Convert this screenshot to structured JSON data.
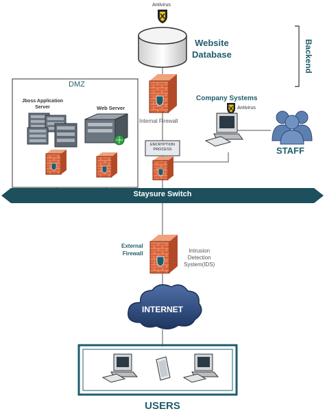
{
  "labels": {
    "antivirus_top": "Antivirus",
    "website_database": [
      "Website",
      "Database"
    ],
    "backend": "Backend",
    "dmz": "DMZ",
    "jboss": [
      "Jboss Application",
      "Server"
    ],
    "web_server": "Web Server",
    "company_systems": "Company Systems",
    "antivirus_company": "Antivirus",
    "internal_firewall": "Internal Firewall",
    "encryption_process": [
      "ENCRYPTION",
      "PROCESS"
    ],
    "staff": "STAFF",
    "switch": "Staysure Switch",
    "external_firewall": [
      "External",
      "Firewall"
    ],
    "ids": [
      "Intrusion",
      "Detection",
      "System(IDS)"
    ],
    "internet": "INTERNET",
    "users": "USERS"
  },
  "colors": {
    "teal": "#1f5d6b",
    "firewall_brick": "#d9623a",
    "switch_bar": "#1d4f5c",
    "cloud": "#2e4a78",
    "users_frame": "#1f5d6b"
  }
}
